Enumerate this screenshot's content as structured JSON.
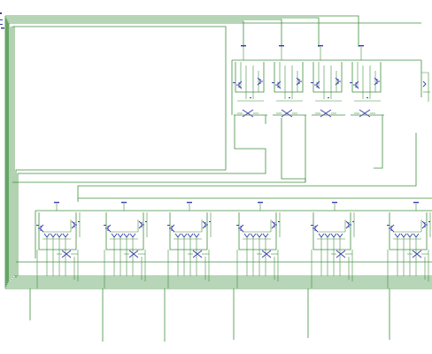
{
  "diagram": {
    "kind": "electrical-schematic",
    "wire_color": "#3f8f3f",
    "component_color": "#3a3ab0",
    "background": "#ffffff",
    "top_row_cells": 4,
    "bottom_row_cells": 6
  }
}
